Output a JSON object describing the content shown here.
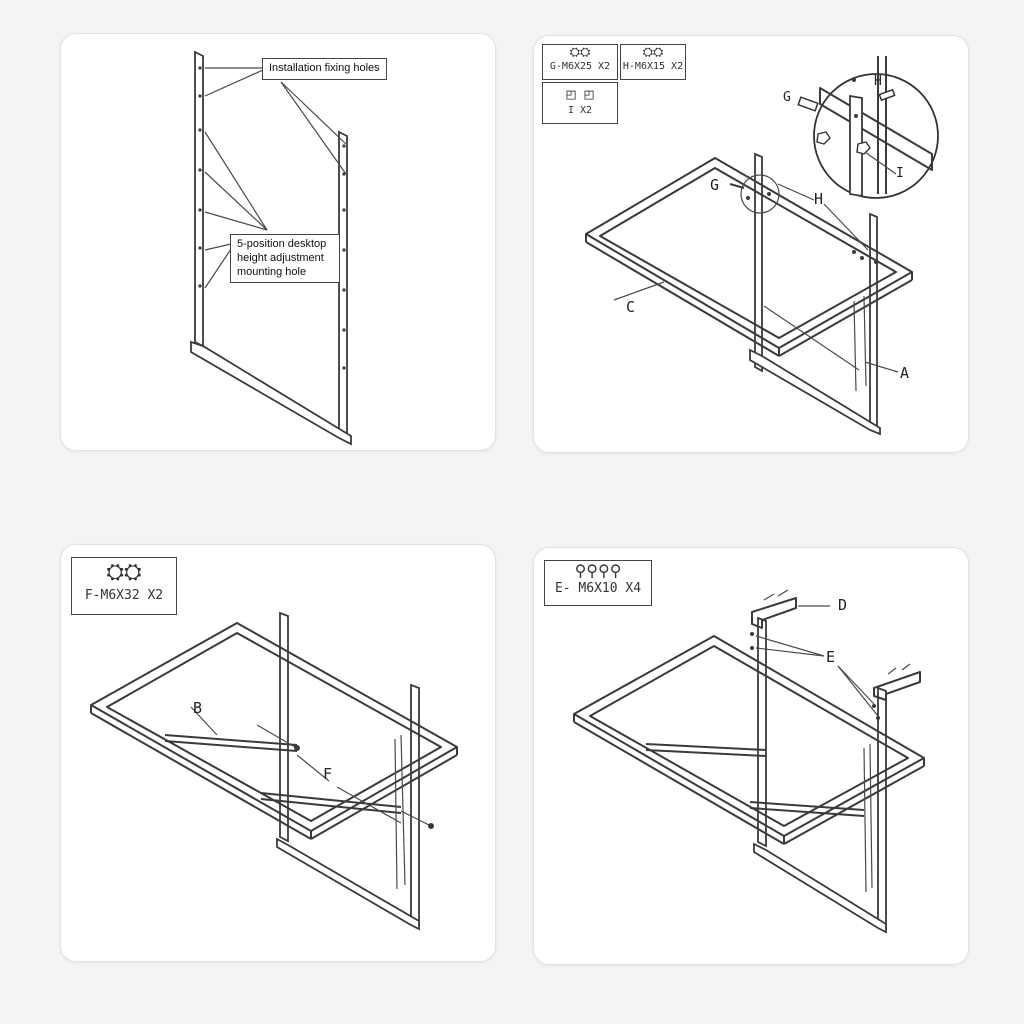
{
  "panels": {
    "step1": {
      "callout_holes": "Installation fixing holes",
      "callout_height": "5-position desktop height adjustment mounting hole"
    },
    "step2": {
      "hardware_g": "G-M6X25 X2",
      "hardware_h": "H-M6X15 X2",
      "hardware_i": "I X2",
      "label_a": "A",
      "label_c": "C",
      "label_g": "G",
      "label_h": "H",
      "detail_g": "G",
      "detail_h": "H",
      "detail_i": "I"
    },
    "step3": {
      "hardware_f": "F-M6X32 X2",
      "label_b": "B",
      "label_f": "F"
    },
    "step4": {
      "hardware_e": "E- M6X10 X4",
      "label_d": "D",
      "label_e": "E"
    }
  },
  "colors": {
    "line": "#3a3a3a",
    "panel_bg": "#ffffff",
    "page_bg": "#f4f4f4"
  }
}
